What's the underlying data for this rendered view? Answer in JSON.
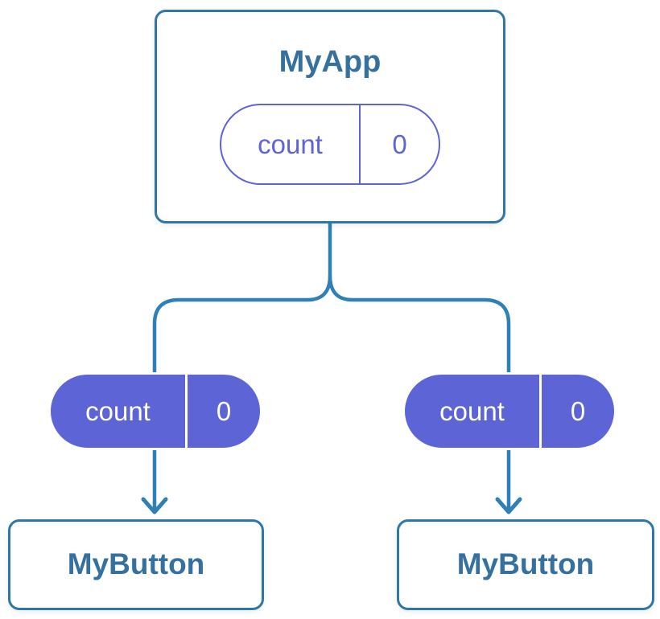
{
  "diagram": {
    "root": {
      "title": "MyApp",
      "state": {
        "key": "count",
        "value": "0"
      }
    },
    "branches": [
      {
        "prop": {
          "key": "count",
          "value": "0"
        },
        "child": {
          "title": "MyButton"
        }
      },
      {
        "prop": {
          "key": "count",
          "value": "0"
        },
        "child": {
          "title": "MyButton"
        }
      }
    ]
  },
  "colors": {
    "canvas-bg": "#ffffff",
    "node-bg": "#ffffff",
    "node-border": "#2e77a8",
    "node-text": "#35709e",
    "connector": "#2f80b4",
    "pill-accent": "#5d64d6",
    "pill-filled-text": "#ffffff"
  }
}
